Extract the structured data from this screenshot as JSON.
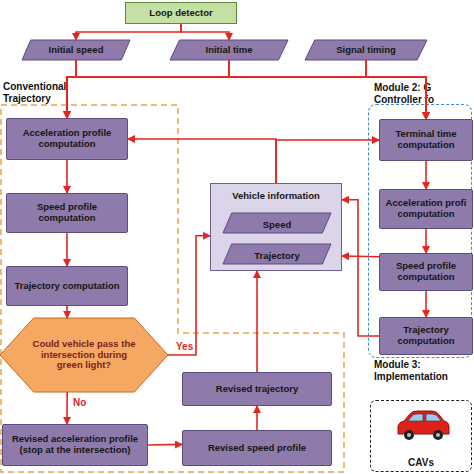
{
  "diagram": {
    "nodes": [
      {
        "text": [
          "Loop detector"
        ]
      },
      {
        "text": [
          "Initial speed"
        ]
      },
      {
        "text": [
          "Initial time"
        ]
      },
      {
        "text": [
          "Signal timing"
        ]
      },
      {
        "text": [
          "Conventional Trajectory"
        ]
      },
      {
        "text": [
          "Module 2: G Controller fo"
        ]
      },
      {
        "text": [
          "Acceleration profile computation"
        ],
        "in": 4
      },
      {
        "text": [
          "Terminal time computation"
        ],
        "in": 5
      },
      {
        "text": [
          "Vehicle information"
        ]
      },
      {
        "text": [
          "Speed"
        ],
        "in": 8
      },
      {
        "text": [
          "Trajectory"
        ],
        "in": 8
      },
      {
        "text": [
          "Speed profile computation"
        ],
        "in": 4
      },
      {
        "text": [
          "Acceleration profi computation"
        ],
        "in": 5
      },
      {
        "text": [
          "Speed profile computation"
        ],
        "in": 5
      },
      {
        "text": [
          "Trajectory computation"
        ],
        "in": 4
      },
      {
        "text": [
          "Trajectory computation"
        ],
        "in": 5
      },
      {
        "text": [
          "Could vehicle pass the intersection during green light?"
        ],
        "in": 4
      },
      {
        "text": [
          "Revised trajectory"
        ],
        "in": 4
      },
      {
        "text": [
          "Module 3: Implementation",
          "CAVs"
        ]
      },
      {
        "text": [
          "Revised acceleration profile (stop at the intersection)"
        ],
        "in": 4
      },
      {
        "text": [
          "Revised speed profile"
        ],
        "in": 4
      }
    ],
    "edges": [
      {
        "from": 0,
        "to": 1,
        "arrow": "to"
      },
      {
        "from": 0,
        "to": 2,
        "arrow": "to"
      },
      {
        "from": 1,
        "to": 6,
        "arrow": "to"
      },
      {
        "from": 2,
        "to": 6,
        "arrow": "to"
      },
      {
        "from": 3,
        "to": 6,
        "arrow": "to"
      },
      {
        "from": 1,
        "to": 7,
        "arrow": "to"
      },
      {
        "from": 2,
        "to": 7,
        "arrow": "to"
      },
      {
        "from": 3,
        "to": 7,
        "arrow": "to"
      },
      {
        "from": 8,
        "to": 6,
        "arrow": "to"
      },
      {
        "from": 8,
        "to": 7,
        "arrow": "to"
      },
      {
        "from": 6,
        "to": 11,
        "arrow": "to"
      },
      {
        "from": 11,
        "to": 14,
        "arrow": "to"
      },
      {
        "from": 14,
        "to": 16,
        "arrow": "to"
      },
      {
        "from": 16,
        "to": 8,
        "label": "Yes",
        "arrow": "to"
      },
      {
        "from": 16,
        "to": 19,
        "label": "No",
        "arrow": "to"
      },
      {
        "from": 19,
        "to": 20,
        "arrow": "to"
      },
      {
        "from": 20,
        "to": 17,
        "arrow": "to"
      },
      {
        "from": 17,
        "to": 8,
        "arrow": "to"
      },
      {
        "from": 7,
        "to": 12,
        "arrow": "to"
      },
      {
        "from": 12,
        "to": 13,
        "arrow": "to"
      },
      {
        "from": 13,
        "to": 15,
        "arrow": "to"
      },
      {
        "from": 13,
        "to": 8,
        "arrow": "to"
      },
      {
        "from": 15,
        "to": 8,
        "arrow": "to"
      }
    ]
  }
}
